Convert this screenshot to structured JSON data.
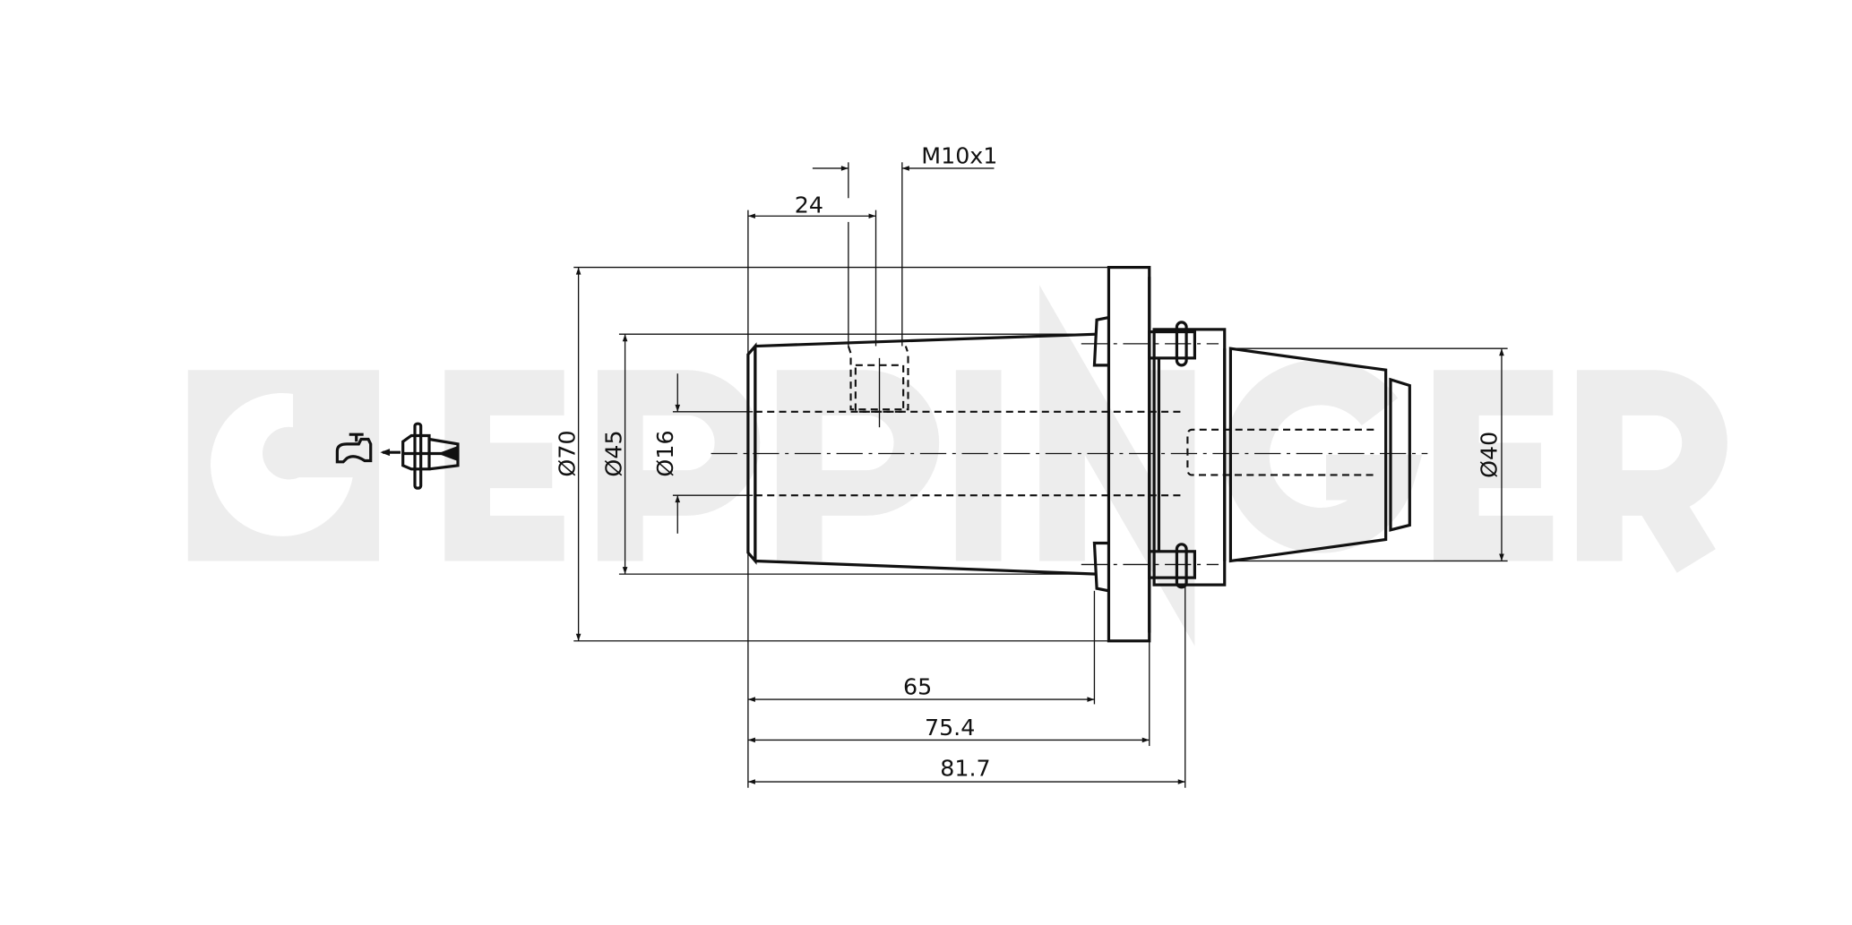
{
  "watermark": {
    "brand": "EPPINGER"
  },
  "dimensions": {
    "d70": "Ø70",
    "d45": "Ø45",
    "d16": "Ø16",
    "d40": "Ø40",
    "len24": "24",
    "thread": "M10x1",
    "len65": "65",
    "len75": "75.4",
    "len81": "81.7"
  },
  "icons": [
    "coolant-tap-icon",
    "tool-holder-icon"
  ]
}
